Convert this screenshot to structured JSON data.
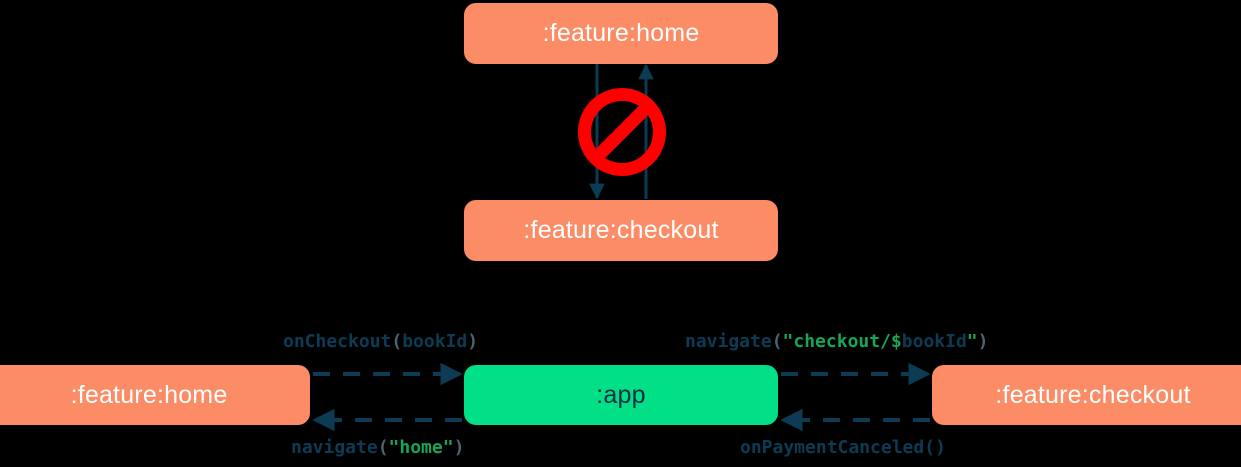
{
  "diagram": {
    "title": "module navigation diagram",
    "colors": {
      "background": "#000000",
      "feature_module": "#FB8C66",
      "app_module": "#01DF87",
      "connector": "#0D3B54",
      "forbidden": "#FF0000",
      "string_literal": "#18A558",
      "punctuation": "#4B6472"
    },
    "top_cluster": {
      "home_node": ":feature:home",
      "checkout_node": ":feature:checkout",
      "forbidden_icon": "no-entry-icon",
      "relation": "direct bidirectional dependency, not allowed"
    },
    "bottom_cluster": {
      "home_node": ":feature:home",
      "app_node": ":app",
      "checkout_node": ":feature:checkout",
      "edges": [
        {
          "id": "home-to-app",
          "from": ":feature:home",
          "to": ":app",
          "label": "onCheckout(bookId)",
          "tokens": [
            {
              "text": "onCheckout",
              "kind": "fn"
            },
            {
              "text": "(",
              "kind": "punct"
            },
            {
              "text": "bookId",
              "kind": "arg"
            },
            {
              "text": ")",
              "kind": "punct"
            }
          ]
        },
        {
          "id": "app-to-checkout",
          "from": ":app",
          "to": ":feature:checkout",
          "label": "navigate(\"checkout/$bookId\")",
          "tokens": [
            {
              "text": "navigate",
              "kind": "fn"
            },
            {
              "text": "(",
              "kind": "punct"
            },
            {
              "text": "\"checkout/$",
              "kind": "str"
            },
            {
              "text": "bookId",
              "kind": "arg"
            },
            {
              "text": "\"",
              "kind": "str"
            },
            {
              "text": ")",
              "kind": "punct"
            }
          ]
        },
        {
          "id": "app-to-home",
          "from": ":app",
          "to": ":feature:home",
          "label": "navigate(\"home\")",
          "tokens": [
            {
              "text": "navigate",
              "kind": "fn"
            },
            {
              "text": "(",
              "kind": "punct"
            },
            {
              "text": "\"home\"",
              "kind": "str"
            },
            {
              "text": ")",
              "kind": "punct"
            }
          ]
        },
        {
          "id": "checkout-to-app",
          "from": ":feature:checkout",
          "to": ":app",
          "label": "onPaymentCanceled()",
          "tokens": [
            {
              "text": "onPaymentCanceled",
              "kind": "fn"
            },
            {
              "text": "()",
              "kind": "fn"
            }
          ]
        }
      ]
    }
  }
}
